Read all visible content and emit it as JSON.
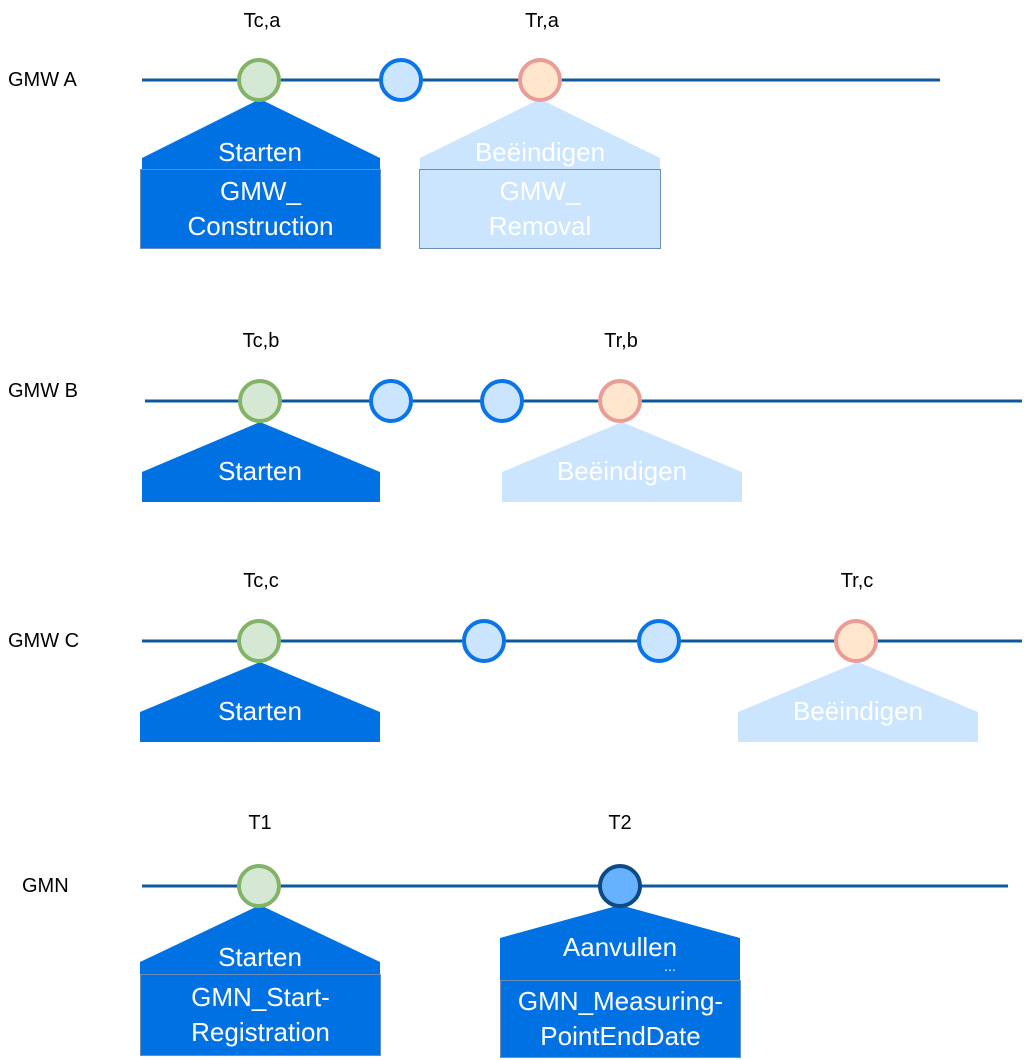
{
  "colors": {
    "line": "#10589b",
    "dark_fill": "#0071e3",
    "light_fill": "#cce5ff",
    "start_circle_fill": "#d5e8d4",
    "start_circle_stroke": "#82b366",
    "mid_circle_fill": "#cce5ff",
    "mid_circle_stroke": "#0a75e8",
    "end_circle_fill": "#ffe6cc",
    "end_circle_stroke": "#ea9c97",
    "complete_circle_fill": "#66b2ff",
    "complete_circle_stroke": "#0c4a86"
  },
  "rows": {
    "a": {
      "label": "GMW A",
      "t_start": "Tc,a",
      "t_end": "Tr,a",
      "start_roof": "Starten",
      "start_box": [
        "GMW_",
        "Construction"
      ],
      "end_roof": "Beëindigen",
      "end_box": [
        "GMW_",
        "Removal"
      ]
    },
    "b": {
      "label": "GMW B",
      "t_start": "Tc,b",
      "t_end": "Tr,b",
      "start_roof": "Starten",
      "end_roof": "Beëindigen"
    },
    "c": {
      "label": "GMW C",
      "t_start": "Tc,c",
      "t_end": "Tr,c",
      "start_roof": "Starten",
      "end_roof": "Beëindigen"
    },
    "gmn": {
      "label": "GMN",
      "t_start": "T1",
      "t_end": "T2",
      "start_roof": "Starten",
      "start_box": [
        "GMN_Start-",
        "Registration"
      ],
      "end_roof": "Aanvullen",
      "end_ellipsis": "...",
      "end_box": [
        "GMN_Measuring-",
        "PointEndDate"
      ]
    }
  }
}
